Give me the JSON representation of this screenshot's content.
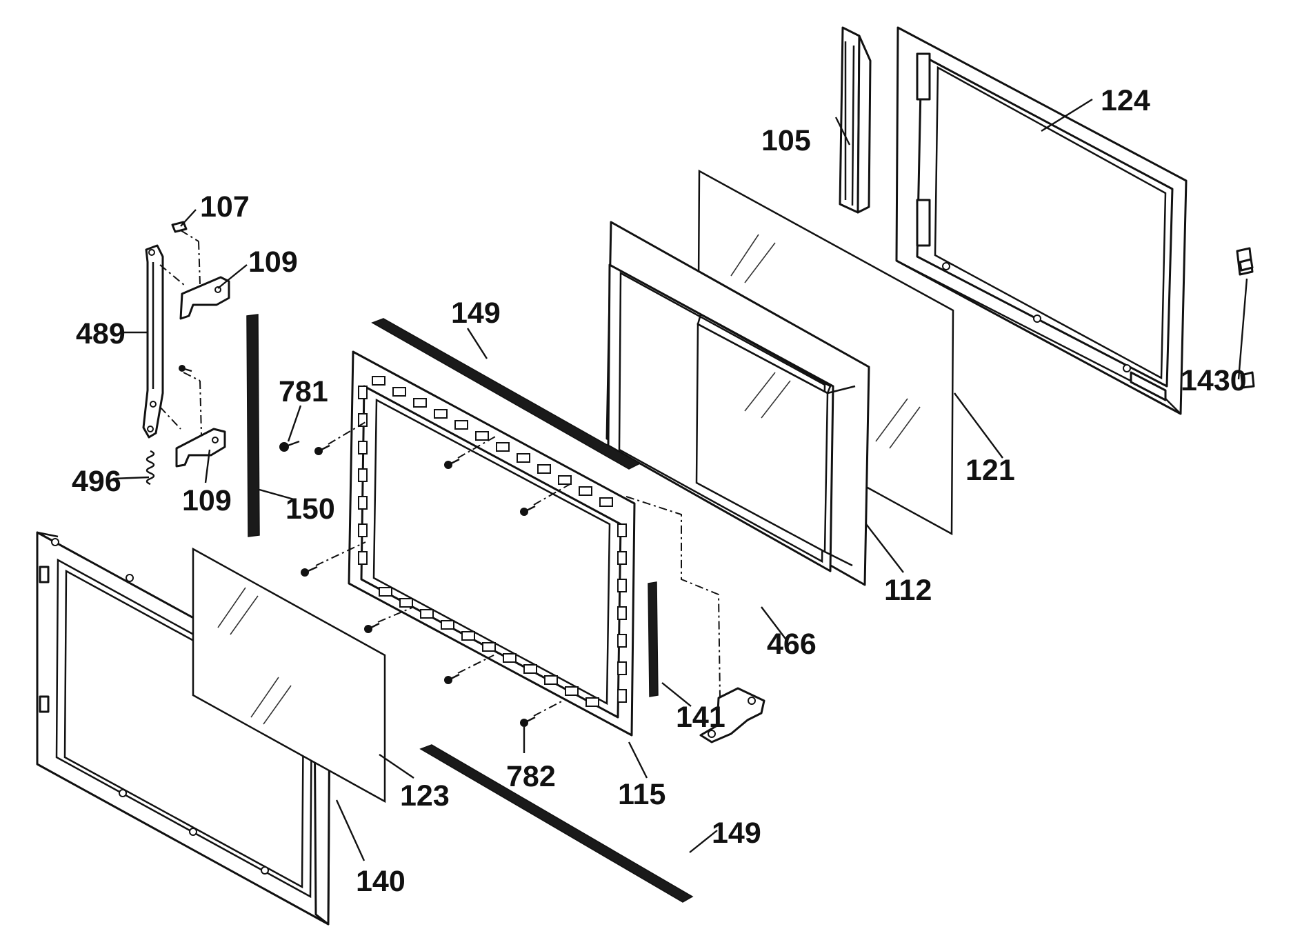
{
  "colors": {
    "ink": "#111111",
    "paper": "#ffffff"
  },
  "labels": {
    "p105": "105",
    "p107": "107",
    "p109a": "109",
    "p109b": "109",
    "p112": "112",
    "p115": "115",
    "p121": "121",
    "p123": "123",
    "p124": "124",
    "p140": "140",
    "p141": "141",
    "p143": "1430",
    "p149a": "149",
    "p149b": "149",
    "p150": "150",
    "p466": "466",
    "p489": "489",
    "p496": "496",
    "p781": "781",
    "p782": "782"
  }
}
